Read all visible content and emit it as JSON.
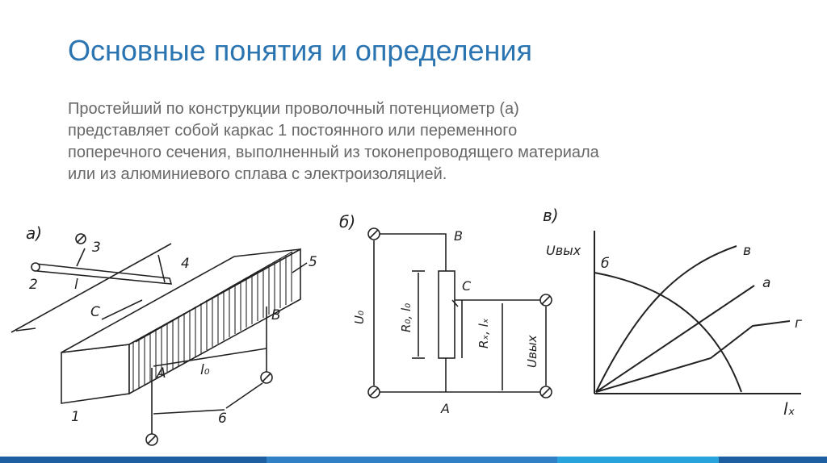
{
  "slide": {
    "title": "Основные понятия и определения",
    "paragraph_lines": [
      "Простейший по конструкции проволочный потенциометр (а)",
      "представляет собой каркас 1 постоянного или переменного",
      "поперечного сечения, выполненный из токонепроводящего материала",
      "или из алюминиевого сплава с электроизоляцией."
    ]
  },
  "figure": {
    "a": {
      "label": "а)",
      "n1": "1",
      "n2": "2",
      "n3": "3",
      "n4": "4",
      "n5": "5",
      "n6": "6",
      "pt_a": "A",
      "pt_b": "B",
      "pt_c": "C",
      "len_l": "l",
      "len_l0": "l₀"
    },
    "b": {
      "label": "б)",
      "pt_a": "A",
      "pt_b": "B",
      "pt_c": "C",
      "u0": "U₀",
      "r0": "R₀, l₀",
      "rx": "Rₓ, lₓ",
      "uout": "Uвых"
    },
    "c": {
      "label": "в)",
      "y_axis": "Uвых",
      "x_axis": "lₓ",
      "curve_v": "в",
      "curve_a": "а",
      "curve_g": "г",
      "curve_b": "б"
    }
  },
  "colors": {
    "title": "#2a74b1",
    "text": "#676767",
    "stripe": [
      "#1d5fa0",
      "#2f80c4",
      "#29a3dc",
      "#1d5fa0"
    ]
  }
}
